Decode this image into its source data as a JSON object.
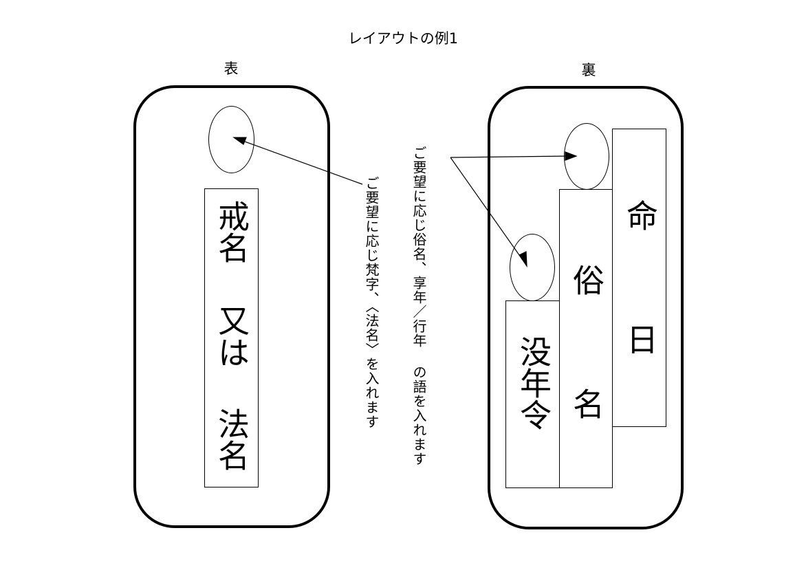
{
  "title": "レイアウトの例1",
  "front": {
    "label": "表",
    "panel_lines": [
      "戒名",
      "又は",
      "法名"
    ]
  },
  "back": {
    "label": "裏",
    "panels": {
      "right": "命　日",
      "middle": "俗　名",
      "left": "没年令"
    }
  },
  "annotations": {
    "front_note": "ご要望に応じ梵字、〈法名〉を入れます",
    "back_note": "ご要望に応じ俗名、享年／行年 の語を入れます"
  }
}
